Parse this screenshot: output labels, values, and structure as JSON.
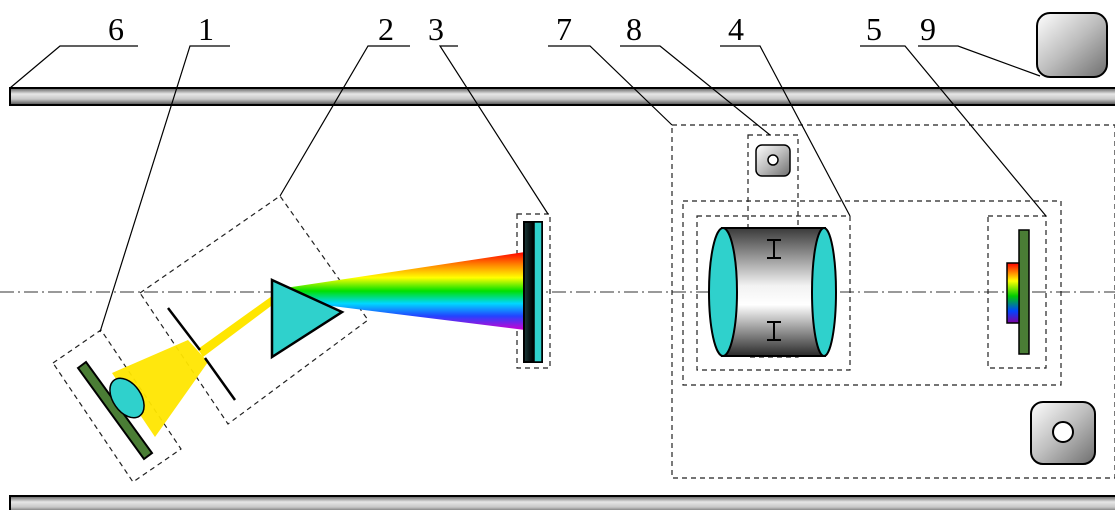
{
  "figure": {
    "background": "#ffffff",
    "labels": [
      {
        "id": "6",
        "text": "6"
      },
      {
        "id": "1",
        "text": "1"
      },
      {
        "id": "2",
        "text": "2"
      },
      {
        "id": "3",
        "text": "3"
      },
      {
        "id": "7",
        "text": "7"
      },
      {
        "id": "8",
        "text": "8"
      },
      {
        "id": "4",
        "text": "4"
      },
      {
        "id": "5",
        "text": "5"
      },
      {
        "id": "9",
        "text": "9"
      }
    ]
  },
  "colors": {
    "rail": "#b8b8b8",
    "lens": "#2fd1cc",
    "plate": "#4a7d35",
    "beam": "#ffe600",
    "dash": "#222222"
  }
}
